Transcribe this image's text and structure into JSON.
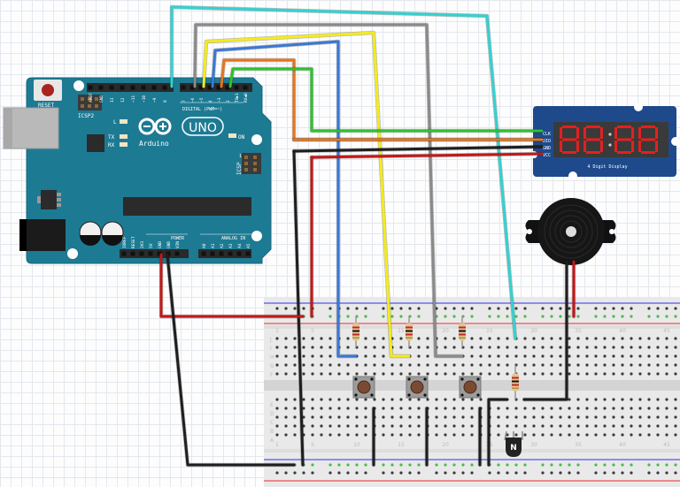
{
  "arduino": {
    "reset_label": "RESET",
    "icsp2_label": "ICSP2",
    "icsp_label": "ICSP",
    "icsp_pin1": "1",
    "led_l": "L",
    "led_tx": "TX",
    "led_rx": "RX",
    "led_on": "ON",
    "brand": "Arduino",
    "model": "UNO",
    "digital_label": "DIGITAL (PWM=~)",
    "power_label": "POWER",
    "analog_label": "ANALOG IN",
    "digital_pins_left": [
      "AREF",
      "GND",
      "13",
      "12",
      "~11",
      "~10",
      "~9",
      "8"
    ],
    "digital_pins_right": [
      "7",
      "~6",
      "~5",
      "4",
      "~3",
      "2",
      "TX▶1",
      "RX◀0"
    ],
    "power_pins": [
      "IOREF",
      "RESET",
      "3V3",
      "5V",
      "GND",
      "GND",
      "VIN"
    ],
    "analog_pins": [
      "A0",
      "A1",
      "A2",
      "A3",
      "A4",
      "A5"
    ]
  },
  "display": {
    "name": "4 Digit Display",
    "digits": "8888",
    "pins": [
      "CLK",
      "DIO",
      "GND",
      "VCC"
    ]
  },
  "breadboard": {
    "row_letters_top": [
      "J",
      "I",
      "H",
      "G",
      "F"
    ],
    "row_letters_bottom": [
      "E",
      "D",
      "C",
      "B",
      "A"
    ],
    "column_markers": [
      "1",
      "5",
      "10",
      "15",
      "20",
      "25",
      "30",
      "35",
      "40",
      "45"
    ]
  },
  "transistor": {
    "label": "N"
  },
  "wires": [
    {
      "name": "wire-pin8-cyan",
      "color": "#34d1d1"
    },
    {
      "name": "wire-pin6-gray",
      "color": "#8a8a8a"
    },
    {
      "name": "wire-pin5-yellow",
      "color": "#f5eb1c"
    },
    {
      "name": "wire-pin4-blue",
      "color": "#3a78d4"
    },
    {
      "name": "wire-pin3-orange",
      "color": "#e6751f"
    },
    {
      "name": "wire-pin2-green",
      "color": "#2fc12f"
    },
    {
      "name": "wire-gnd-black",
      "color": "#1e1e1e"
    },
    {
      "name": "wire-5v-red",
      "color": "#c41818"
    }
  ]
}
